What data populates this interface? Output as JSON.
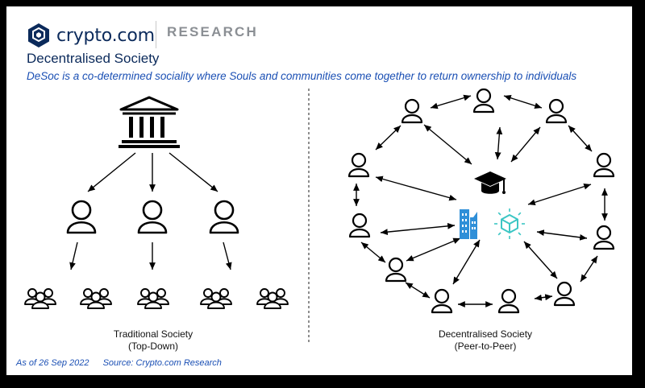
{
  "brand": {
    "name": "crypto.com",
    "section": "RESEARCH"
  },
  "title": "Decentralised Society",
  "subtitle": "DeSoc is a co-determined sociality where Souls and communities come together to return ownership to individuals",
  "left_diagram": {
    "caption_line1": "Traditional Society",
    "caption_line2": "(Top-Down)"
  },
  "right_diagram": {
    "caption_line1": "Decentralised Society",
    "caption_line2": "(Peer-to-Peer)"
  },
  "footer": {
    "date": "As of 26 Sep 2022",
    "source": "Source: Crypto.com Research"
  },
  "colors": {
    "brand_navy": "#0b2a5b",
    "accent_blue": "#1a4fb4",
    "building_blue": "#2f8fd8",
    "cube_teal": "#3cc6c4"
  }
}
